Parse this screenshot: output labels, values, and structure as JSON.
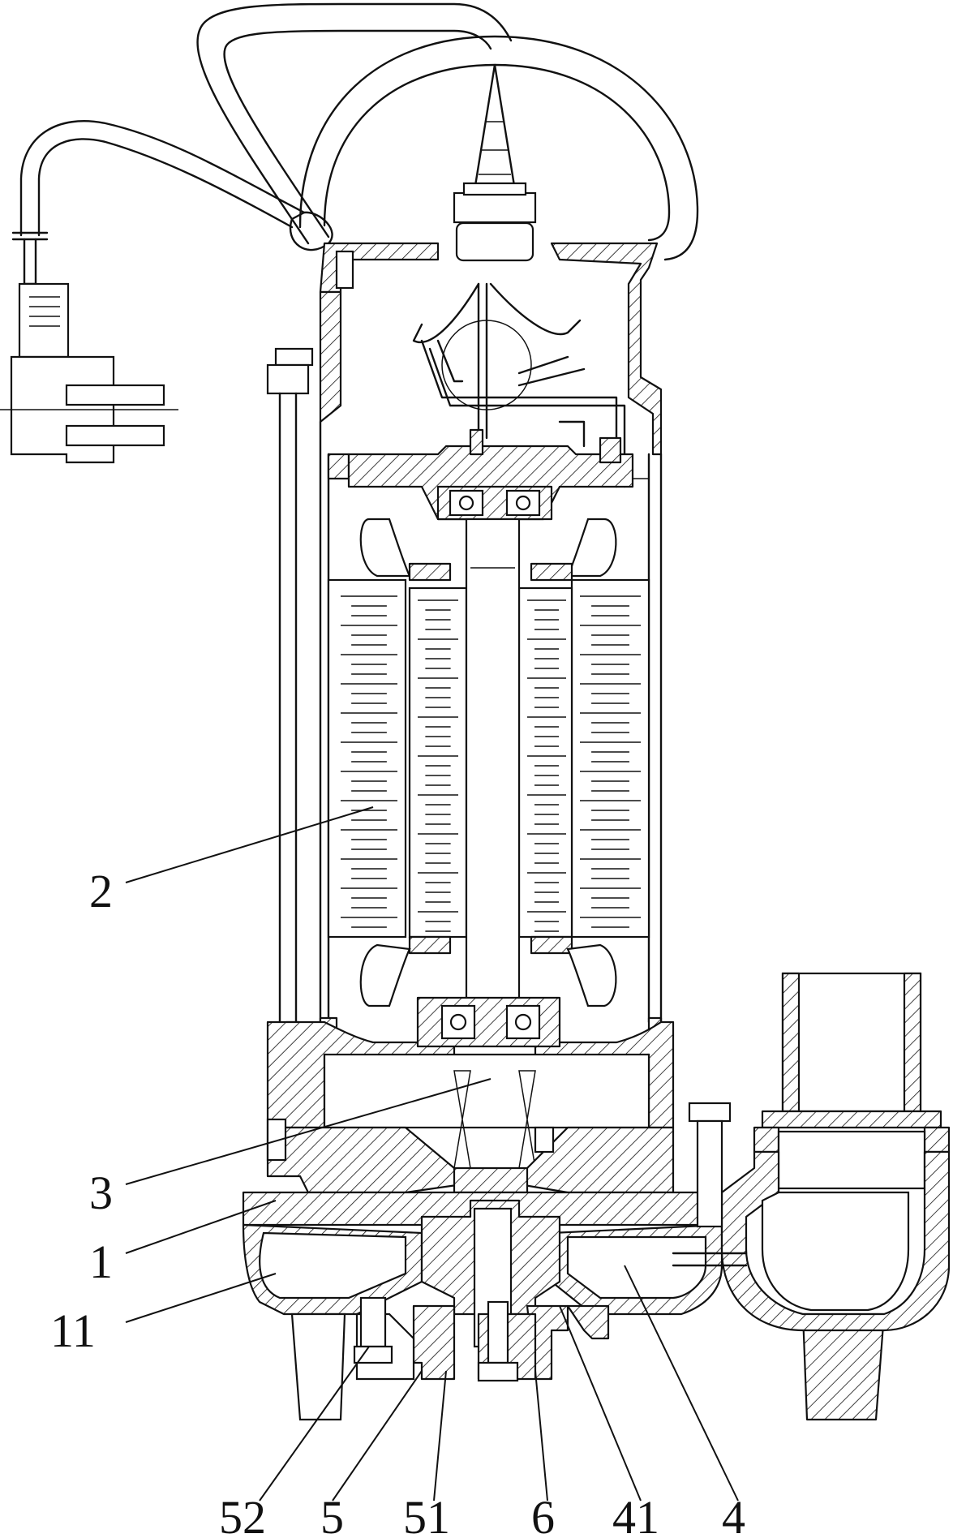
{
  "labels": {
    "l2": "2",
    "l3": "3",
    "l1": "1",
    "l11": "11",
    "l52": "52",
    "l5": "5",
    "l51": "51",
    "l6": "6",
    "l41": "41",
    "l4": "4"
  },
  "colors": {
    "line": "#111111",
    "background": "#ffffff"
  }
}
